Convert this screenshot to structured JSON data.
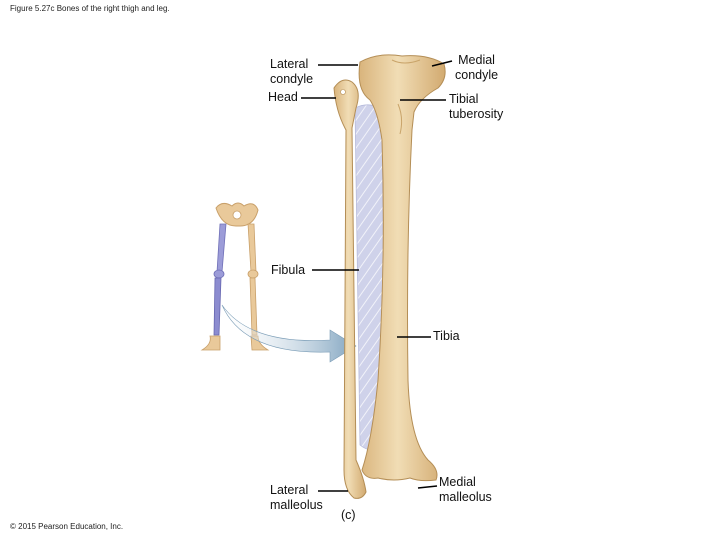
{
  "figure": {
    "caption": "Figure 5.27c Bones of the right thigh and leg.",
    "copyright": "© 2015 Pearson Education, Inc.",
    "part_label": "(c)"
  },
  "labels": {
    "lateral_condyle": {
      "line1": "Lateral",
      "line2": "condyle"
    },
    "head": "Head",
    "medial_condyle": {
      "line1": "Medial",
      "line2": "condyle"
    },
    "tibial_tuberosity": {
      "line1": "Tibial",
      "line2": "tuberosity"
    },
    "fibula": "Fibula",
    "tibia": "Tibia",
    "lateral_malleolus": {
      "line1": "Lateral",
      "line2": "malleolus"
    },
    "medial_malleolus": {
      "line1": "Medial",
      "line2": "malleolus"
    }
  },
  "colors": {
    "bone": "#e8cfa0",
    "bone_shade": "#c9a66b",
    "membrane": "#c9cde6",
    "skeleton_highlight": "#8f8fd0",
    "arrow": "#8fb0c8",
    "leader_line": "#000000"
  }
}
